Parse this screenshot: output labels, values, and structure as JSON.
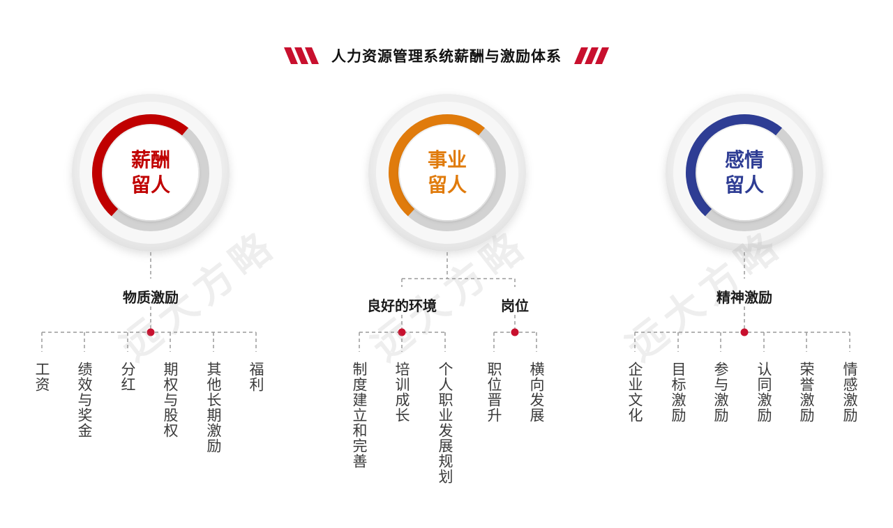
{
  "header": {
    "title": "人力资源管理系统薪酬与激励体系",
    "accent_color": "#c8102e"
  },
  "watermark": "远大方略",
  "pillars": [
    {
      "id": "pay",
      "title_line1": "薪酬",
      "title_line2": "留人",
      "color": "#c00000",
      "branches": [
        {
          "label": "物质激励",
          "items": [
            "工资",
            "绩效与奖金",
            "分红",
            "期权与股权",
            "其他长期激励",
            "福利"
          ]
        }
      ]
    },
    {
      "id": "career",
      "title_line1": "事业",
      "title_line2": "留人",
      "color": "#e07b0c",
      "branches": [
        {
          "label": "良好的环境",
          "items": [
            "制度建立和完善",
            "培训成长",
            "个人职业发展规划"
          ]
        },
        {
          "label": "岗位",
          "items": [
            "职位晋升",
            "横向发展"
          ]
        }
      ]
    },
    {
      "id": "emotion",
      "title_line1": "感情",
      "title_line2": "留人",
      "color": "#2e3d94",
      "branches": [
        {
          "label": "精神激励",
          "items": [
            "企业文化",
            "目标激励",
            "参与激励",
            "认同激励",
            "荣誉激励",
            "情感激励"
          ]
        }
      ]
    }
  ]
}
